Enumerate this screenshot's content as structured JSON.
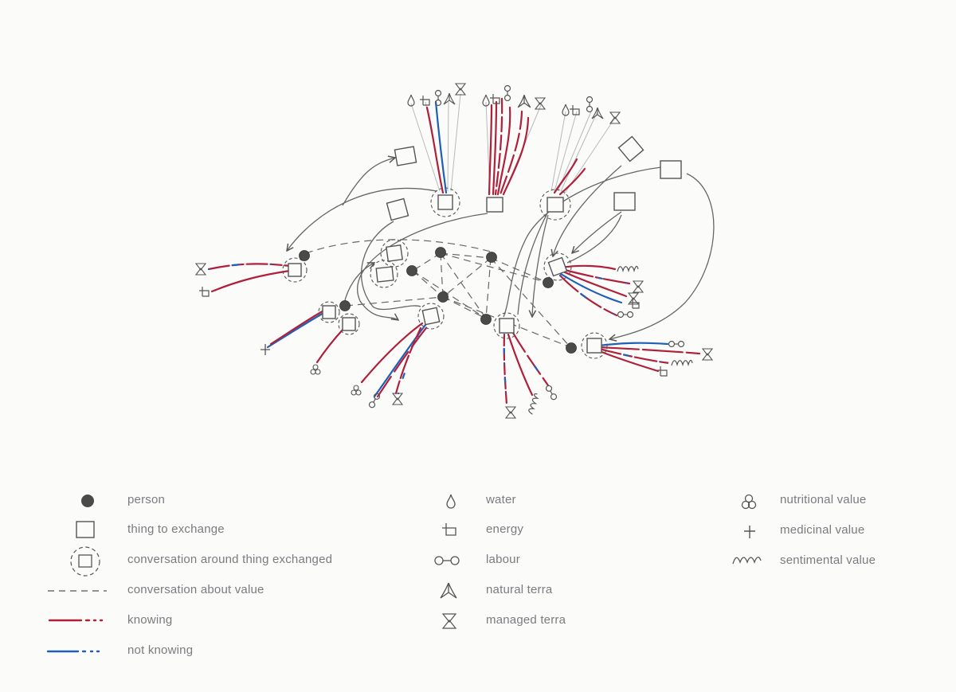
{
  "colors": {
    "ink": "#555555",
    "thread": "#b4b4b8",
    "knowing": "#b0203a",
    "not_knowing": "#1f5fb8",
    "label": "#7b7b80"
  },
  "legend": {
    "items": [
      {
        "key": "person",
        "label": "person",
        "icon": "person-icon"
      },
      {
        "key": "thing",
        "label": "thing to exchange",
        "icon": "square-icon"
      },
      {
        "key": "conversation_thing",
        "label": "conversation around thing exchanged",
        "icon": "dashed-circle-square-icon"
      },
      {
        "key": "conversation_value",
        "label": "conversation about value",
        "icon": "dashed-line-icon"
      },
      {
        "key": "knowing",
        "label": "knowing",
        "icon": "red-line-icon"
      },
      {
        "key": "not_knowing",
        "label": "not knowing",
        "icon": "blue-line-icon"
      },
      {
        "key": "water",
        "label": "water",
        "icon": "water-drop-icon"
      },
      {
        "key": "energy",
        "label": "energy",
        "icon": "energy-icon"
      },
      {
        "key": "labour",
        "label": "labour",
        "icon": "labour-icon"
      },
      {
        "key": "natural_terra",
        "label": "natural terra",
        "icon": "natural-terra-icon"
      },
      {
        "key": "managed_terra",
        "label": "managed terra",
        "icon": "managed-terra-icon"
      },
      {
        "key": "nutritional",
        "label": "nutritional value",
        "icon": "nutritional-icon"
      },
      {
        "key": "medicinal",
        "label": "medicinal value",
        "icon": "medicinal-cross-icon"
      },
      {
        "key": "sentimental",
        "label": "sentimental value",
        "icon": "sentimental-wave-icon"
      }
    ]
  }
}
